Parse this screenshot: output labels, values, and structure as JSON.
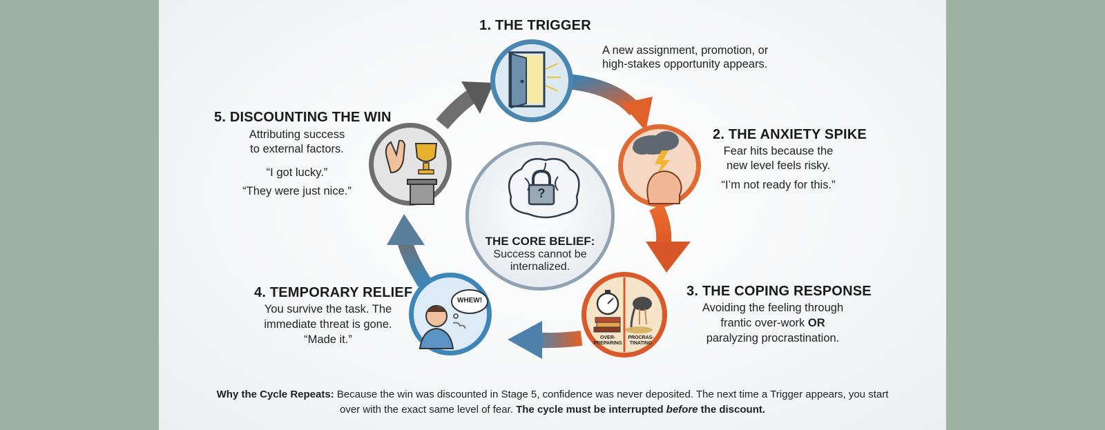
{
  "stages": [
    {
      "title": "1. THE TRIGGER",
      "lines": [
        "A new assignment, promotion, or",
        "high-stakes opportunity appears."
      ]
    },
    {
      "title": "2. THE ANXIETY SPIKE",
      "lines": [
        "Fear hits because the",
        "new level feels risky."
      ],
      "quote": "“I’m not ready for this.”"
    },
    {
      "title": "3. THE COPING RESPONSE",
      "lines": [
        "Avoiding the feeling through"
      ],
      "line2_pre": "frantic over-work ",
      "line2_bold": "OR",
      "line3": "paralyzing procrastination.",
      "icon_labels": [
        "OVER-",
        "PREPARING",
        "PROCRAS-",
        "TINATING"
      ]
    },
    {
      "title": "4. TEMPORARY RELIEF",
      "lines": [
        "You survive the task. The",
        "immediate threat is gone.",
        "“Made it.”"
      ],
      "bubble": "WHEW!"
    },
    {
      "title": "5. DISCOUNTING THE WIN",
      "lines": [
        "Attributing success",
        "to external factors."
      ],
      "quotes": [
        "“I got lucky.”",
        "“They were just nice.”"
      ]
    }
  ],
  "core": {
    "title": "THE CORE BELIEF:",
    "lines": [
      "Success cannot be",
      "internalized."
    ],
    "lock_symbol": "?"
  },
  "footer": {
    "lead": "Why the Cycle Repeats:",
    "text": " Because the win was discounted in Stage 5, confidence was never deposited. The next time a Trigger appears, you start over with the exact same level of fear. ",
    "bold_a": "The cycle must be interrupted ",
    "bold_italic": "before",
    "bold_b": " the discount."
  },
  "colors": {
    "blue": "#3f86b8",
    "orange": "#e0622a",
    "gray": "#6a6a6a",
    "background": "#9cb3a3"
  }
}
